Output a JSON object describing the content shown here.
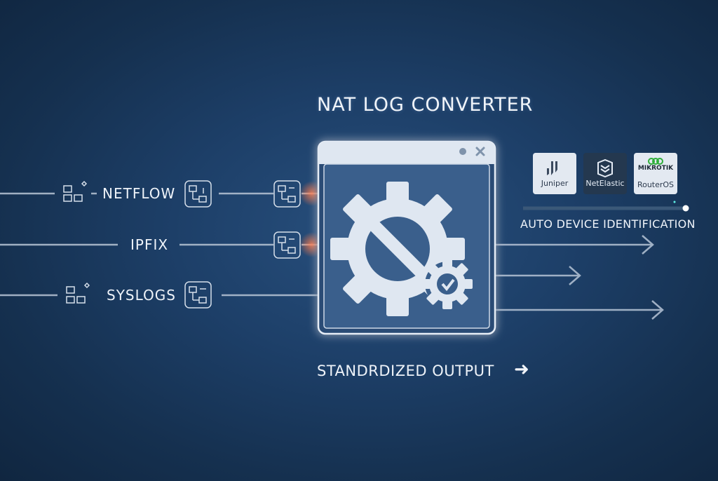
{
  "title": "NAT LOG CONVERTER",
  "inputs": [
    {
      "label": "NETFLOW"
    },
    {
      "label": "IPFIX"
    },
    {
      "label": "SYSLOGS"
    }
  ],
  "vendors": [
    {
      "name": "Juniper",
      "logo": "juniper-logo"
    },
    {
      "name": "NetElastic",
      "logo": "netelastic-logo"
    },
    {
      "name": "MIKROTIK",
      "subname": "RouterOS",
      "logo": "mikrotik-logo"
    }
  ],
  "auto_identification": "AUTO DEVICE IDENTIFICATION",
  "output_label": "STANDRDIZED OUTPUT",
  "output_arrow": "➜",
  "converter_icon": "gear-with-no-sign-icon",
  "window_controls": [
    "dot-icon",
    "close-icon"
  ]
}
